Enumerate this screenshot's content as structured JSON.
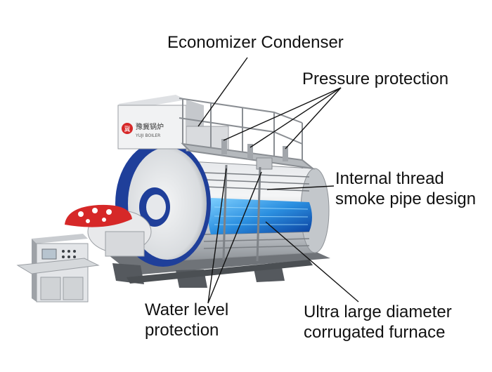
{
  "brand": {
    "logo_text_cn": "豫冀锅炉",
    "logo_text_en": "YUJI BOILER",
    "logo_glyph": "冀"
  },
  "labels": {
    "economizer": "Economizer Condenser",
    "pressure": "Pressure protection",
    "thread": [
      "Internal thread",
      "smoke pipe design"
    ],
    "water": [
      "Water level",
      "protection"
    ],
    "furnace": [
      "Ultra large diameter",
      "corrugated furnace"
    ]
  },
  "colors": {
    "head_blue": "#1f3f9a",
    "shell_grey": "#c9ccd0",
    "flame_blue": "#39a7e6",
    "burner_red": "#d62828",
    "leader_line": "#111111"
  }
}
